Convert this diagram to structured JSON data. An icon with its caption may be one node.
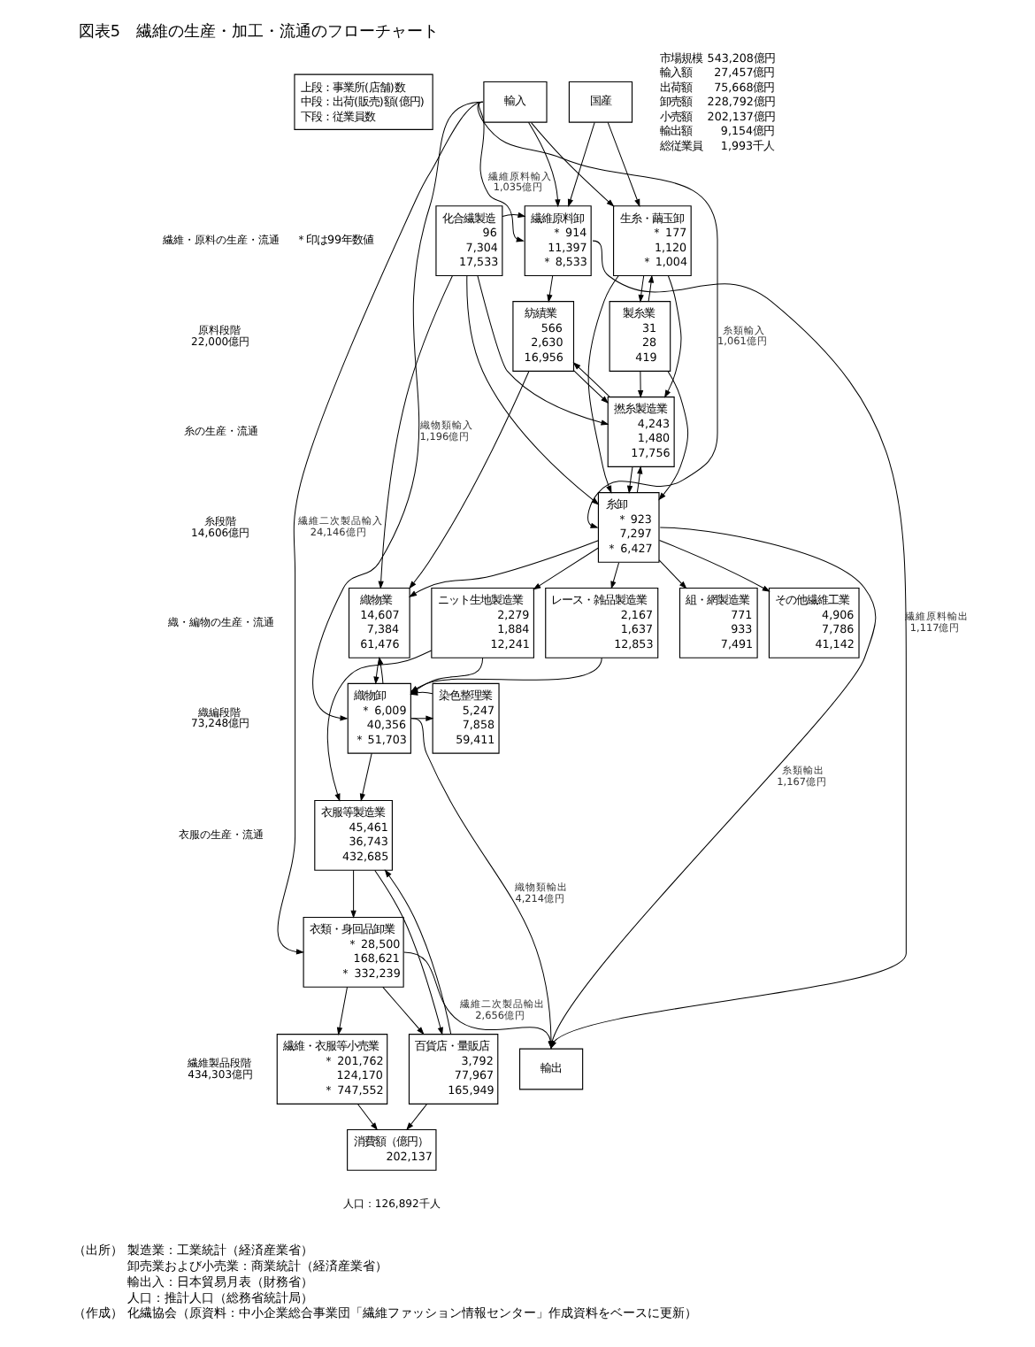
{
  "diagram": {
    "title": "図表5　繊維の生産・加工・流通のフローチャート",
    "nodes": [
      {
        "text": [
          "上段：事業所(店舗)数",
          "中段：出荷(販売)額(億円)",
          "下段：従業員数"
        ]
      },
      {
        "text": [
          "輸入"
        ]
      },
      {
        "text": [
          "国産"
        ]
      },
      {
        "text": [
          "繊維原料卸",
          "＊ 914",
          "11,397",
          "＊ 8,533"
        ]
      },
      {
        "text": [
          "生糸・繭玉卸",
          "＊ 177",
          "1,120",
          "＊ 1,004"
        ]
      },
      {
        "text": [
          "化合繊製造",
          "96",
          "7,304",
          "17,533"
        ]
      },
      {
        "text": [
          "製糸業",
          "31",
          "28",
          "419"
        ]
      },
      {
        "text": [
          "紡績業",
          "566",
          "2,630",
          "16,956"
        ]
      },
      {
        "text": [
          "撚糸製造業",
          "4,243",
          "1,480",
          "17,756"
        ]
      },
      {
        "text": [
          "糸卸",
          "＊ 923",
          "7,297",
          "＊ 6,427"
        ]
      },
      {
        "text": [
          "織物業",
          "14,607",
          "7,384",
          "61,476"
        ]
      },
      {
        "text": [
          "ニット生地製造業",
          "2,279",
          "1,884",
          "12,241"
        ]
      },
      {
        "text": [
          "組・網製造業",
          "771",
          "933",
          "7,491"
        ]
      },
      {
        "text": [
          "レース・雑品製造業",
          "2,167",
          "1,637",
          "12,853"
        ]
      },
      {
        "text": [
          "その他繊維工業",
          "4,906",
          "7,786",
          "41,142"
        ]
      },
      {
        "text": [
          "織物卸",
          "＊ 6,009",
          "40,356",
          "＊ 51,703"
        ]
      },
      {
        "text": [
          "染色整理業",
          "5,247",
          "7,858",
          "59,411"
        ]
      },
      {
        "text": [
          "衣服等製造業",
          "45,461",
          "36,743",
          "432,685"
        ]
      },
      {
        "text": [
          "衣類・身回品卸業",
          "＊ 28,500",
          "168,621",
          "＊ 332,239"
        ]
      },
      {
        "text": [
          "繊維・衣服等小売業",
          "＊ 201,762",
          "124,170",
          "＊ 747,552"
        ]
      },
      {
        "text": [
          "百貨店・量販店",
          "3,792",
          "77,967",
          "165,949"
        ]
      },
      {
        "text": [
          "消費額（億円）",
          "202,137"
        ],
        "beside": [
          "人口：126,892千人"
        ]
      },
      {
        "text": [
          "輸出"
        ]
      }
    ],
    "edges": [
      {
        "from": 1,
        "to": 3,
        "arrow": "to"
      },
      {
        "from": 2,
        "to": 3,
        "arrow": "to"
      },
      {
        "from": 1,
        "to": 4,
        "arrow": "to"
      },
      {
        "from": 2,
        "to": 4,
        "arrow": "to"
      },
      {
        "from": 1,
        "to": 3,
        "arrow": "to",
        "label": "繊維原料輸入 1,035億円"
      },
      {
        "from": 3,
        "to": 22,
        "arrow": "to",
        "label": "繊維原料輸出 1,117億円"
      },
      {
        "from": 5,
        "to": 3,
        "arrow": "to"
      },
      {
        "from": 4,
        "to": 6,
        "arrow": "to"
      },
      {
        "from": 6,
        "to": 4,
        "arrow": "to"
      },
      {
        "from": 3,
        "to": 7,
        "arrow": "to"
      },
      {
        "from": 5,
        "to": 8,
        "arrow": "to"
      },
      {
        "from": 5,
        "to": 9,
        "arrow": "to"
      },
      {
        "from": 4,
        "to": 8,
        "arrow": "to"
      },
      {
        "from": 4,
        "to": 9,
        "arrow": "to"
      },
      {
        "from": 6,
        "to": 8,
        "arrow": "to"
      },
      {
        "from": 6,
        "to": 9,
        "arrow": "to"
      },
      {
        "from": 7,
        "to": 8,
        "arrow": "to"
      },
      {
        "from": 8,
        "to": 7,
        "arrow": "to"
      },
      {
        "from": 8,
        "to": 9,
        "arrow": "to"
      },
      {
        "from": 9,
        "to": 8,
        "arrow": "to"
      },
      {
        "from": 1,
        "to": 9,
        "arrow": "to",
        "label": "糸類輸入 1,061億円"
      },
      {
        "from": 9,
        "to": 22,
        "arrow": "to",
        "label": "糸類輸出 1,167億円"
      },
      {
        "from": 5,
        "to": 10,
        "arrow": "to"
      },
      {
        "from": 7,
        "to": 10,
        "arrow": "to"
      },
      {
        "from": 9,
        "to": 10,
        "arrow": "to"
      },
      {
        "from": 9,
        "to": 11,
        "arrow": "to"
      },
      {
        "from": 9,
        "to": 12,
        "arrow": "to"
      },
      {
        "from": 9,
        "to": 13,
        "arrow": "to"
      },
      {
        "from": 9,
        "to": 14,
        "arrow": "to"
      },
      {
        "from": 10,
        "to": 15,
        "arrow": "to"
      },
      {
        "from": 11,
        "to": 15,
        "arrow": "to"
      },
      {
        "from": 13,
        "to": 15,
        "arrow": "to"
      },
      {
        "from": 15,
        "to": 10,
        "arrow": "to"
      },
      {
        "from": 1,
        "to": 15,
        "arrow": "to",
        "label": "織物類輸入 1,196億円"
      },
      {
        "from": 15,
        "to": 16,
        "arrow": "to"
      },
      {
        "from": 16,
        "to": 15,
        "arrow": "to"
      },
      {
        "from": 15,
        "to": 22,
        "arrow": "to",
        "label": "織物類輸出 4,214億円"
      },
      {
        "from": 15,
        "to": 17,
        "arrow": "to"
      },
      {
        "from": 11,
        "to": 17,
        "arrow": "to"
      },
      {
        "from": 17,
        "to": 18,
        "arrow": "to"
      },
      {
        "from": 17,
        "to": 20,
        "arrow": "to"
      },
      {
        "from": 20,
        "to": 17,
        "arrow": "to"
      },
      {
        "from": 1,
        "to": 18,
        "arrow": "to",
        "label": "繊維二次製品輸入 24,146億円"
      },
      {
        "from": 18,
        "to": 22,
        "arrow": "to",
        "label": "繊維二次製品輸出 2,656億円"
      },
      {
        "from": 18,
        "to": 19,
        "arrow": "to"
      },
      {
        "from": 18,
        "to": 20,
        "arrow": "to"
      },
      {
        "from": 19,
        "to": 21,
        "arrow": "to"
      },
      {
        "from": 20,
        "to": 21,
        "arrow": "to"
      }
    ],
    "labels": [
      "＊印は99年数値",
      "市場規模",
      "543,208億円",
      "輸入額",
      "27,457億円",
      "出荷額",
      "75,668億円",
      "卸売額",
      "228,792億円",
      "小売額",
      "202,137億円",
      "輸出額",
      "9,154億円",
      "総従業員",
      "1,993千人",
      "繊維・原料の生産・流通",
      "原料段階 22,000億円",
      "糸の生産・流通",
      "糸段階 14,606億円",
      "織・編物の生産・流通",
      "織編段階 73,248億円",
      "衣服の生産・流通",
      "繊維製品段階 434,303億円",
      "（出所）",
      "製造業：工業統計（経済産業省）",
      "卸売業および小売業：商業統計（経済産業省）",
      "輸出入：日本貿易月表（財務省）",
      "人口：推計人口（総務省統計局）",
      "（作成）",
      "化繊協会（原資料：中小企業総合事業団「繊維ファッション情報センター」作成資料をベースに更新）"
    ]
  }
}
